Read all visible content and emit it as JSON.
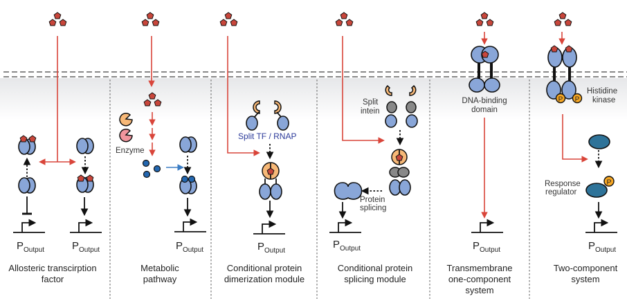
{
  "figure": {
    "type": "biosensor-architecture-comparison",
    "colors": {
      "ligand": "#c8463b",
      "protein": "#89a6d8",
      "signal_arrow": "#d9453a",
      "split_domain": "#f7b877",
      "enzyme_pink": "#f2959d",
      "intein": "#888888",
      "response_regulator": "#2e7399",
      "phosphate": "#f5a623",
      "metabolite": "#2367b0",
      "split_tf_label": "#2b3a9a",
      "membrane": "#888888"
    },
    "promoter_label": {
      "main": "P",
      "sub": "Output"
    },
    "panels": [
      {
        "id": "allosteric-tf",
        "title_line1": "Allosteric transcirption",
        "title_line2": "factor"
      },
      {
        "id": "metabolic-pathway",
        "title_line1": "Metabolic",
        "title_line2": "pathway",
        "labels": {
          "enzyme": "Enzyme"
        }
      },
      {
        "id": "dimerization",
        "title_line1": "Conditional protein",
        "title_line2": "dimerization module",
        "labels": {
          "split": "Split TF / RNAP"
        }
      },
      {
        "id": "splicing",
        "title_line1": "Conditional protein",
        "title_line2": "splicing module",
        "labels": {
          "intein_1": "Split",
          "intein_2": "intein",
          "splicing_1": "Protein",
          "splicing_2": "splicing"
        }
      },
      {
        "id": "transmembrane",
        "title_line1": "Transmembrane",
        "title_line2": "one-component",
        "title_line3": "system",
        "labels": {
          "dbd_1": "DNA-binding",
          "dbd_2": "domain"
        }
      },
      {
        "id": "two-component",
        "title_line1": "Two-component",
        "title_line2": "system",
        "labels": {
          "hk_1": "Histidine",
          "hk_2": "kinase",
          "rr_1": "Response",
          "rr_2": "regulator",
          "phos": "P"
        }
      }
    ]
  }
}
